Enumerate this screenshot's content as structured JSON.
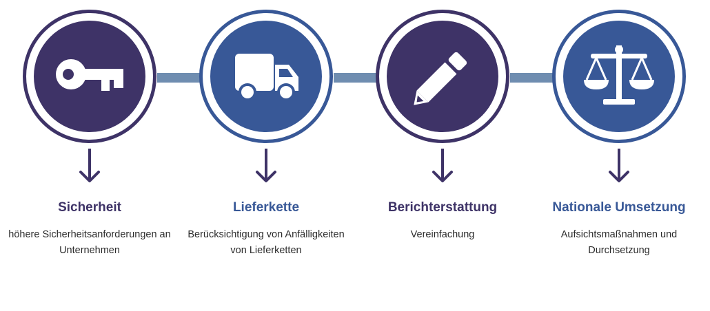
{
  "colors": {
    "purple": "#3e3367",
    "blue": "#385897",
    "connector": "#6f8db0",
    "arrow": "#3e3367"
  },
  "steps": [
    {
      "title": "Sicherheit",
      "description": "höhere Sicherheitsanforderungen an Unternehmen",
      "icon": "key-icon",
      "color": "#3e3367"
    },
    {
      "title": "Lieferkette",
      "description": "Berücksichtigung von Anfälligkeiten von Lieferketten",
      "icon": "truck-icon",
      "color": "#385897"
    },
    {
      "title": "Berichterstattung",
      "description": "Vereinfachung",
      "icon": "pencil-icon",
      "color": "#3e3367"
    },
    {
      "title": "Nationale Umsetzung",
      "description": "Aufsichtsmaßnahmen und Durchsetzung",
      "icon": "scales-icon",
      "color": "#385897"
    }
  ]
}
